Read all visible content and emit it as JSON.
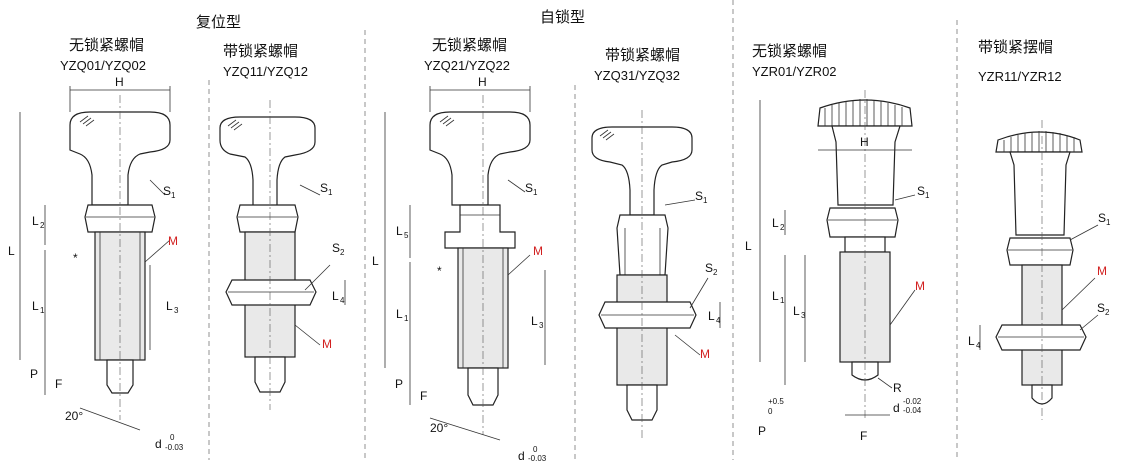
{
  "titles": {
    "reset_type": "复位型",
    "self_lock_type": "自锁型"
  },
  "parts": [
    {
      "name": "无锁紧螺帽",
      "code": "YZQ01/YZQ02"
    },
    {
      "name": "带锁紧螺帽",
      "code": "YZQ11/YZQ12"
    },
    {
      "name": "无锁紧螺帽",
      "code": "YZQ21/YZQ22"
    },
    {
      "name": "带锁紧螺帽",
      "code": "YZQ31/YZQ32"
    },
    {
      "name": "无锁紧螺帽",
      "code": "YZR01/YZR02"
    },
    {
      "name": "带锁紧摆帽",
      "code": "YZR11/YZR12"
    }
  ],
  "labels": {
    "H": "H",
    "L": "L",
    "L1": "L",
    "L1_sub": "1",
    "L2": "L",
    "L2_sub": "2",
    "L3": "L",
    "L3_sub": "3",
    "L4": "L",
    "L4_sub": "4",
    "L5": "L",
    "L5_sub": "5",
    "S1": "S",
    "S1_sub": "1",
    "S2": "S",
    "S2_sub": "2",
    "M": "M",
    "P": "P",
    "F": "F",
    "R": "R",
    "star": "*",
    "angle": "20°",
    "d": "d",
    "d_tol_upper": "0",
    "d_tol_lower": "-0.03",
    "d2_tol_upper": "-0.02",
    "d2_tol_lower": "-0.04",
    "p_tol_upper": "+0.5",
    "p_tol_lower": "0"
  },
  "colors": {
    "accent_red": "#d21f1f",
    "line": "#222222",
    "fill": "#e9e9e9"
  }
}
